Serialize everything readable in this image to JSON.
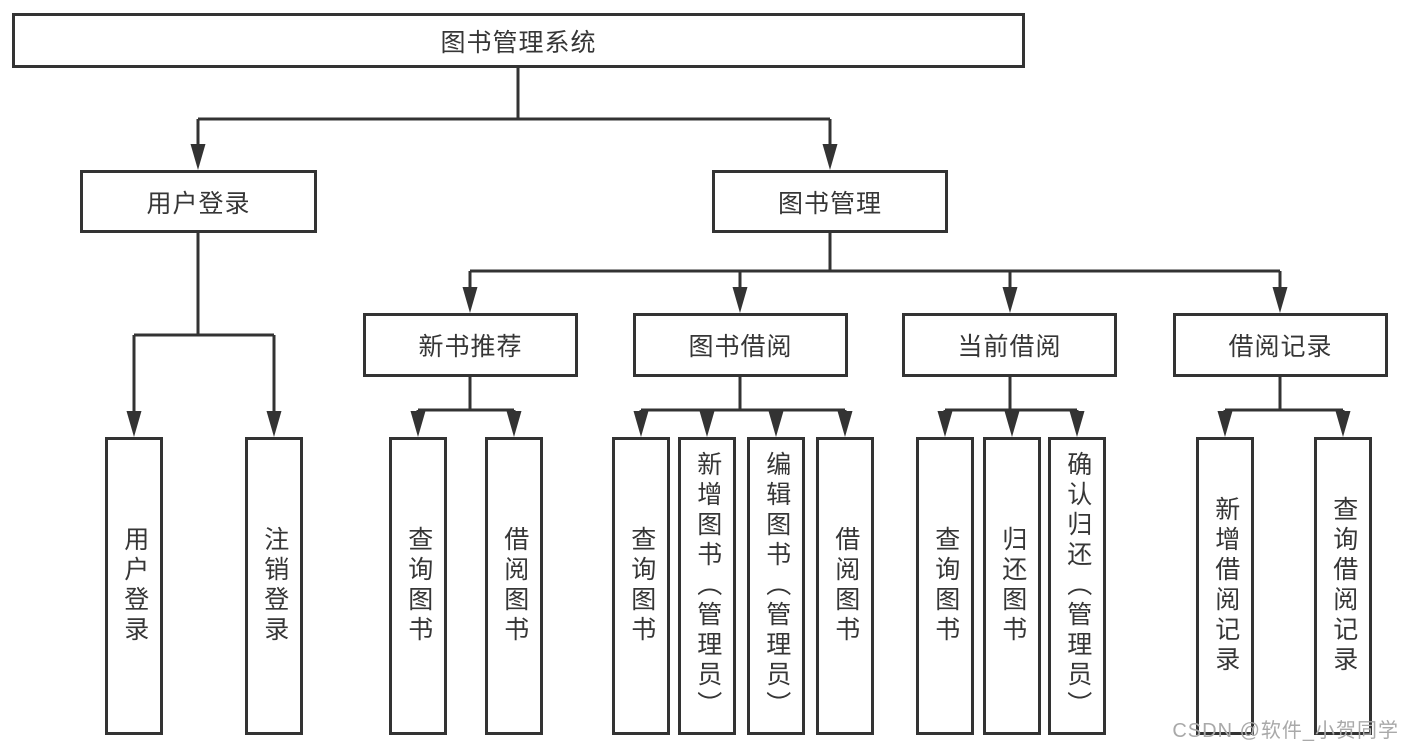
{
  "diagram": {
    "nodes": {
      "root": "图书管理系统",
      "user_login": "用户登录",
      "book_mgmt": "图书管理",
      "new_book_rec": "新书推荐",
      "book_borrow": "图书借阅",
      "current_borrow": "当前借阅",
      "borrow_records": "借阅记录",
      "leaf_user_login": "用户登录",
      "leaf_logout": "注销登录",
      "rec_query_books": "查询图书",
      "rec_borrow_books": "借阅图书",
      "bb_query_books": "查询图书",
      "bb_add_books": "新增图书（管理员）",
      "bb_edit_books": "编辑图书（管理员）",
      "bb_borrow_books": "借阅图书",
      "cb_query_books": "查询图书",
      "cb_return_books": "归还图书",
      "cb_confirm_return": "确认归还（管理员）",
      "br_add_record": "新增借阅记录",
      "br_query_record": "查询借阅记录"
    },
    "colors": {
      "line": "#333333",
      "text": "#363636",
      "box_background": "#ffffff",
      "watermark": "#a9a9a9"
    }
  },
  "watermark": {
    "text": "CSDN @软件_小贺同学"
  }
}
